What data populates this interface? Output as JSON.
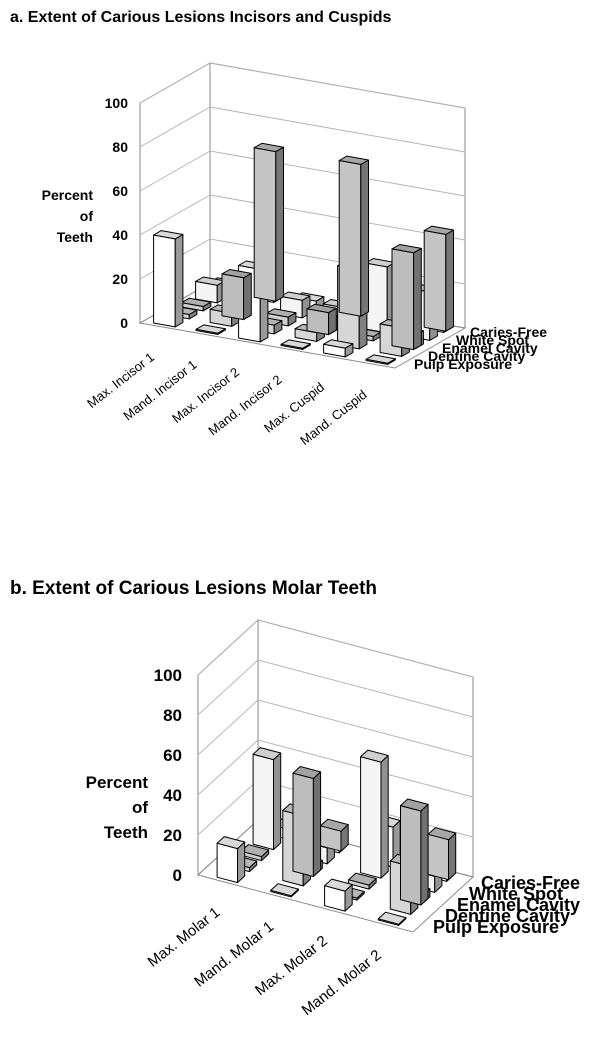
{
  "chart_data": [
    {
      "type": "bar",
      "variant": "3d-bar",
      "title": "a. Extent of Carious Lesions Incisors and Cuspids",
      "ylabel": [
        "Percent",
        "of",
        "Teeth"
      ],
      "ylim": [
        0,
        100
      ],
      "yticks": [
        "0",
        "20",
        "40",
        "60",
        "80",
        "100"
      ],
      "grid": true,
      "categories": [
        "Max. Incisor 1",
        "Mand. Incisor 1",
        "Max. Incisor 2",
        "Mand. Incisor 2",
        "Max. Cuspid",
        "Mand. Cuspid"
      ],
      "series": [
        {
          "name": "Pulp Exposure",
          "values": [
            40,
            0,
            33,
            0,
            4,
            0
          ],
          "color": "#ffffff"
        },
        {
          "name": "Dentine Cavity",
          "values": [
            2,
            6,
            4,
            4,
            36,
            13
          ],
          "color": "#d6d6d6"
        },
        {
          "name": "Enamel Cavity",
          "values": [
            2,
            6,
            4,
            6,
            2,
            6
          ],
          "color": "#cfcfcf"
        },
        {
          "name": "White Spot",
          "values": [
            8,
            3,
            8,
            8,
            30,
            22
          ],
          "color": "#f4f4f4"
        },
        {
          "name": "Caries-Free",
          "values": [
            4,
            3,
            4,
            3,
            10,
            14
          ],
          "color": "#ffffff"
        }
      ],
      "overlay": [
        {
          "values": [
            0,
            19,
            0,
            10,
            0,
            44
          ]
        },
        {
          "values": [
            0,
            68,
            0,
            69,
            0,
            44
          ]
        }
      ]
    },
    {
      "type": "bar",
      "variant": "3d-bar",
      "title": "b. Extent of Carious Lesions Molar Teeth",
      "ylabel": [
        "Percent",
        "of",
        "Teeth"
      ],
      "ylim": [
        0,
        100
      ],
      "yticks": [
        "0",
        "20",
        "40",
        "60",
        "80",
        "100"
      ],
      "grid": true,
      "categories": [
        "Max. Molar 1",
        "Mand. Molar 1",
        "Max. Molar 2",
        "Mand. Molar 2"
      ],
      "series": [
        {
          "name": "Pulp Exposure",
          "values": [
            17,
            0,
            10,
            0
          ],
          "color": "#ffffff"
        },
        {
          "name": "Dentine Cavity",
          "values": [
            2,
            35,
            1,
            24
          ],
          "color": "#d6d6d6"
        },
        {
          "name": "Enamel Cavity",
          "values": [
            2,
            4,
            2,
            4
          ],
          "color": "#cfcfcf"
        },
        {
          "name": "White Spot",
          "values": [
            45,
            8,
            58,
            8
          ],
          "color": "#f4f4f4"
        },
        {
          "name": "Caries-Free",
          "values": [
            5,
            10,
            20,
            16
          ],
          "color": "#ffffff"
        }
      ],
      "overlay": [
        {
          "values": [
            0,
            49,
            0,
            47
          ]
        },
        {
          "values": [
            0,
            10,
            0,
            20
          ]
        }
      ]
    }
  ]
}
